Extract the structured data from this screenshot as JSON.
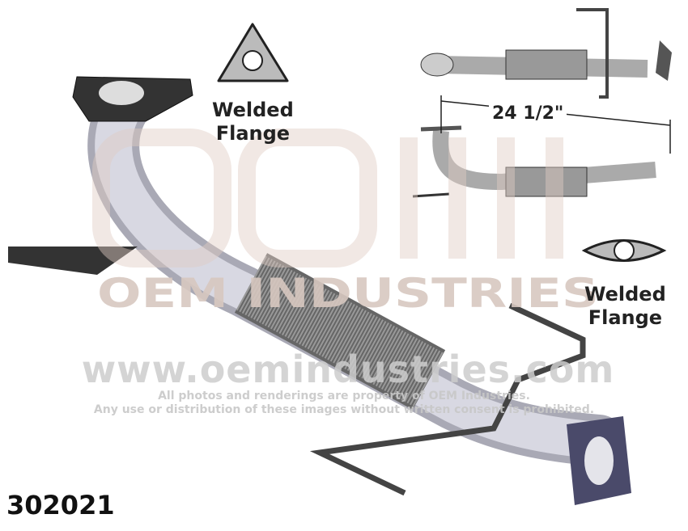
{
  "watermark": {
    "brand": "OEM INDUSTRIES",
    "url": "www.oemindustries.com",
    "notice_line1": "All photos and renderings are property of OEM Industries.",
    "notice_line2": "Any use or distribution of these images without written consent is prohibited."
  },
  "labels": {
    "flange_top": [
      "Welded",
      "Flange"
    ],
    "flange_bottom": [
      "Welded",
      "Flange"
    ],
    "dimension": "24 1/2\""
  },
  "part_number": "302021"
}
